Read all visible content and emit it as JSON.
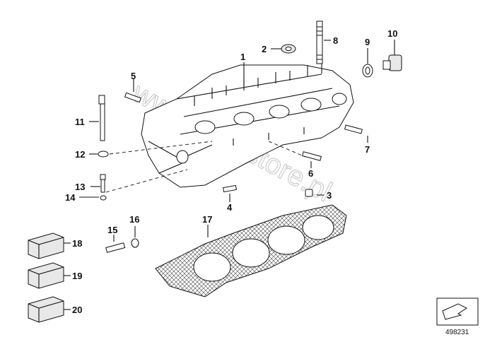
{
  "diagram": {
    "watermark": "www.bmwstore.pl",
    "image_id": "498231",
    "callouts": [
      "1",
      "2",
      "3",
      "4",
      "5",
      "6",
      "7",
      "8",
      "9",
      "10",
      "11",
      "12",
      "13",
      "14",
      "15",
      "16",
      "17",
      "18",
      "19",
      "20"
    ]
  }
}
